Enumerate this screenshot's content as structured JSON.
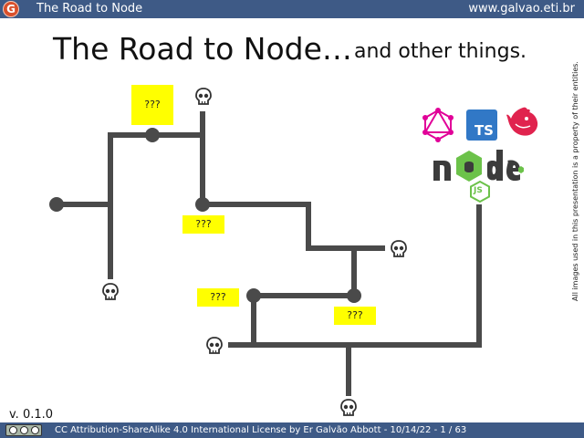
{
  "header": {
    "logo_letter": "G",
    "title": "The Road to Node",
    "url": "www.galvao.eti.br"
  },
  "slide": {
    "title": "The Road to Node…",
    "subtitle": "and other things."
  },
  "diagram": {
    "line_color": "#4a4a4a",
    "note_color": "#ffff00",
    "notes": [
      "???",
      "???",
      "???",
      "???"
    ],
    "icons": [
      "graphql-icon",
      "typescript-icon",
      "nestjs-icon",
      "nodejs-logo-icon",
      "nodejs-js-hexagon-icon"
    ],
    "node_logo_text": "node",
    "ts_text": "TS",
    "js_text": "JS"
  },
  "side_note": "All images used in this presentation is a property of their entities.",
  "version": "v. 0.1.0",
  "footer": {
    "license": "CC Attribution-ShareAlike 4.0 International License by Er Galvão Abbott - 10/14/22 - 1 / 63",
    "badge": "cc-by-sa-badge"
  }
}
